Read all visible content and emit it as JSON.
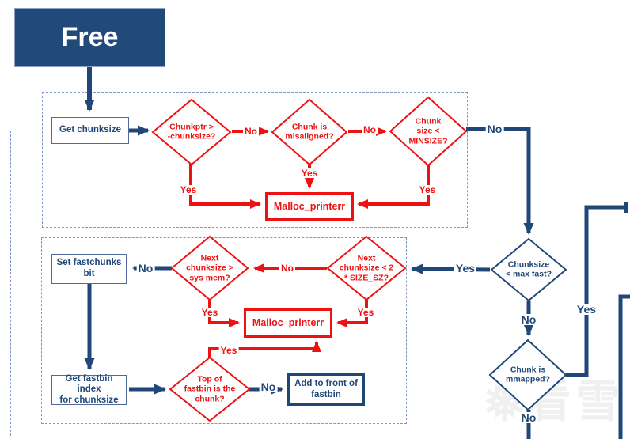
{
  "diagram": {
    "title": "Free",
    "watermark": {
      "icon": "❅",
      "text": "看雪"
    }
  },
  "colors": {
    "flow_blue": "#1F4778",
    "flow_red": "#EE1111",
    "free_box_fill": "#21497A",
    "dashed_container": "#8496C4",
    "node_border_light_blue": "#50699B"
  },
  "labels": {
    "yes": "Yes",
    "no": "No"
  },
  "nodes": {
    "free": "Free",
    "get_chunksize": "Get chunksize",
    "chunkptr_check": "Chunkptr >\n-chunksize?",
    "misaligned_check": "Chunk is\nmisaligned?",
    "minsize_check": "Chunk\nsize <\nMINSIZE?",
    "malloc_printerr_1": "Malloc_printerr",
    "set_fastchunks": "Set fastchunks\nbit",
    "next_sysmem_check": "Next\nchunksize >\nsys mem?",
    "next_sizesz_check": "Next\nchunksize < 2\n* SIZE_SZ?",
    "malloc_printerr_2": "Malloc_printerr",
    "get_fastbin_index": "Get fastbin index\nfor chunksize",
    "top_fastbin_check": "Top of\nfastbin is the\nchunk?",
    "add_front_fastbin": "Add to front of\nfastbin",
    "max_fast_check": "Chunksize\n< max fast?",
    "mmapped_check": "Chunk is\nmmapped?"
  }
}
